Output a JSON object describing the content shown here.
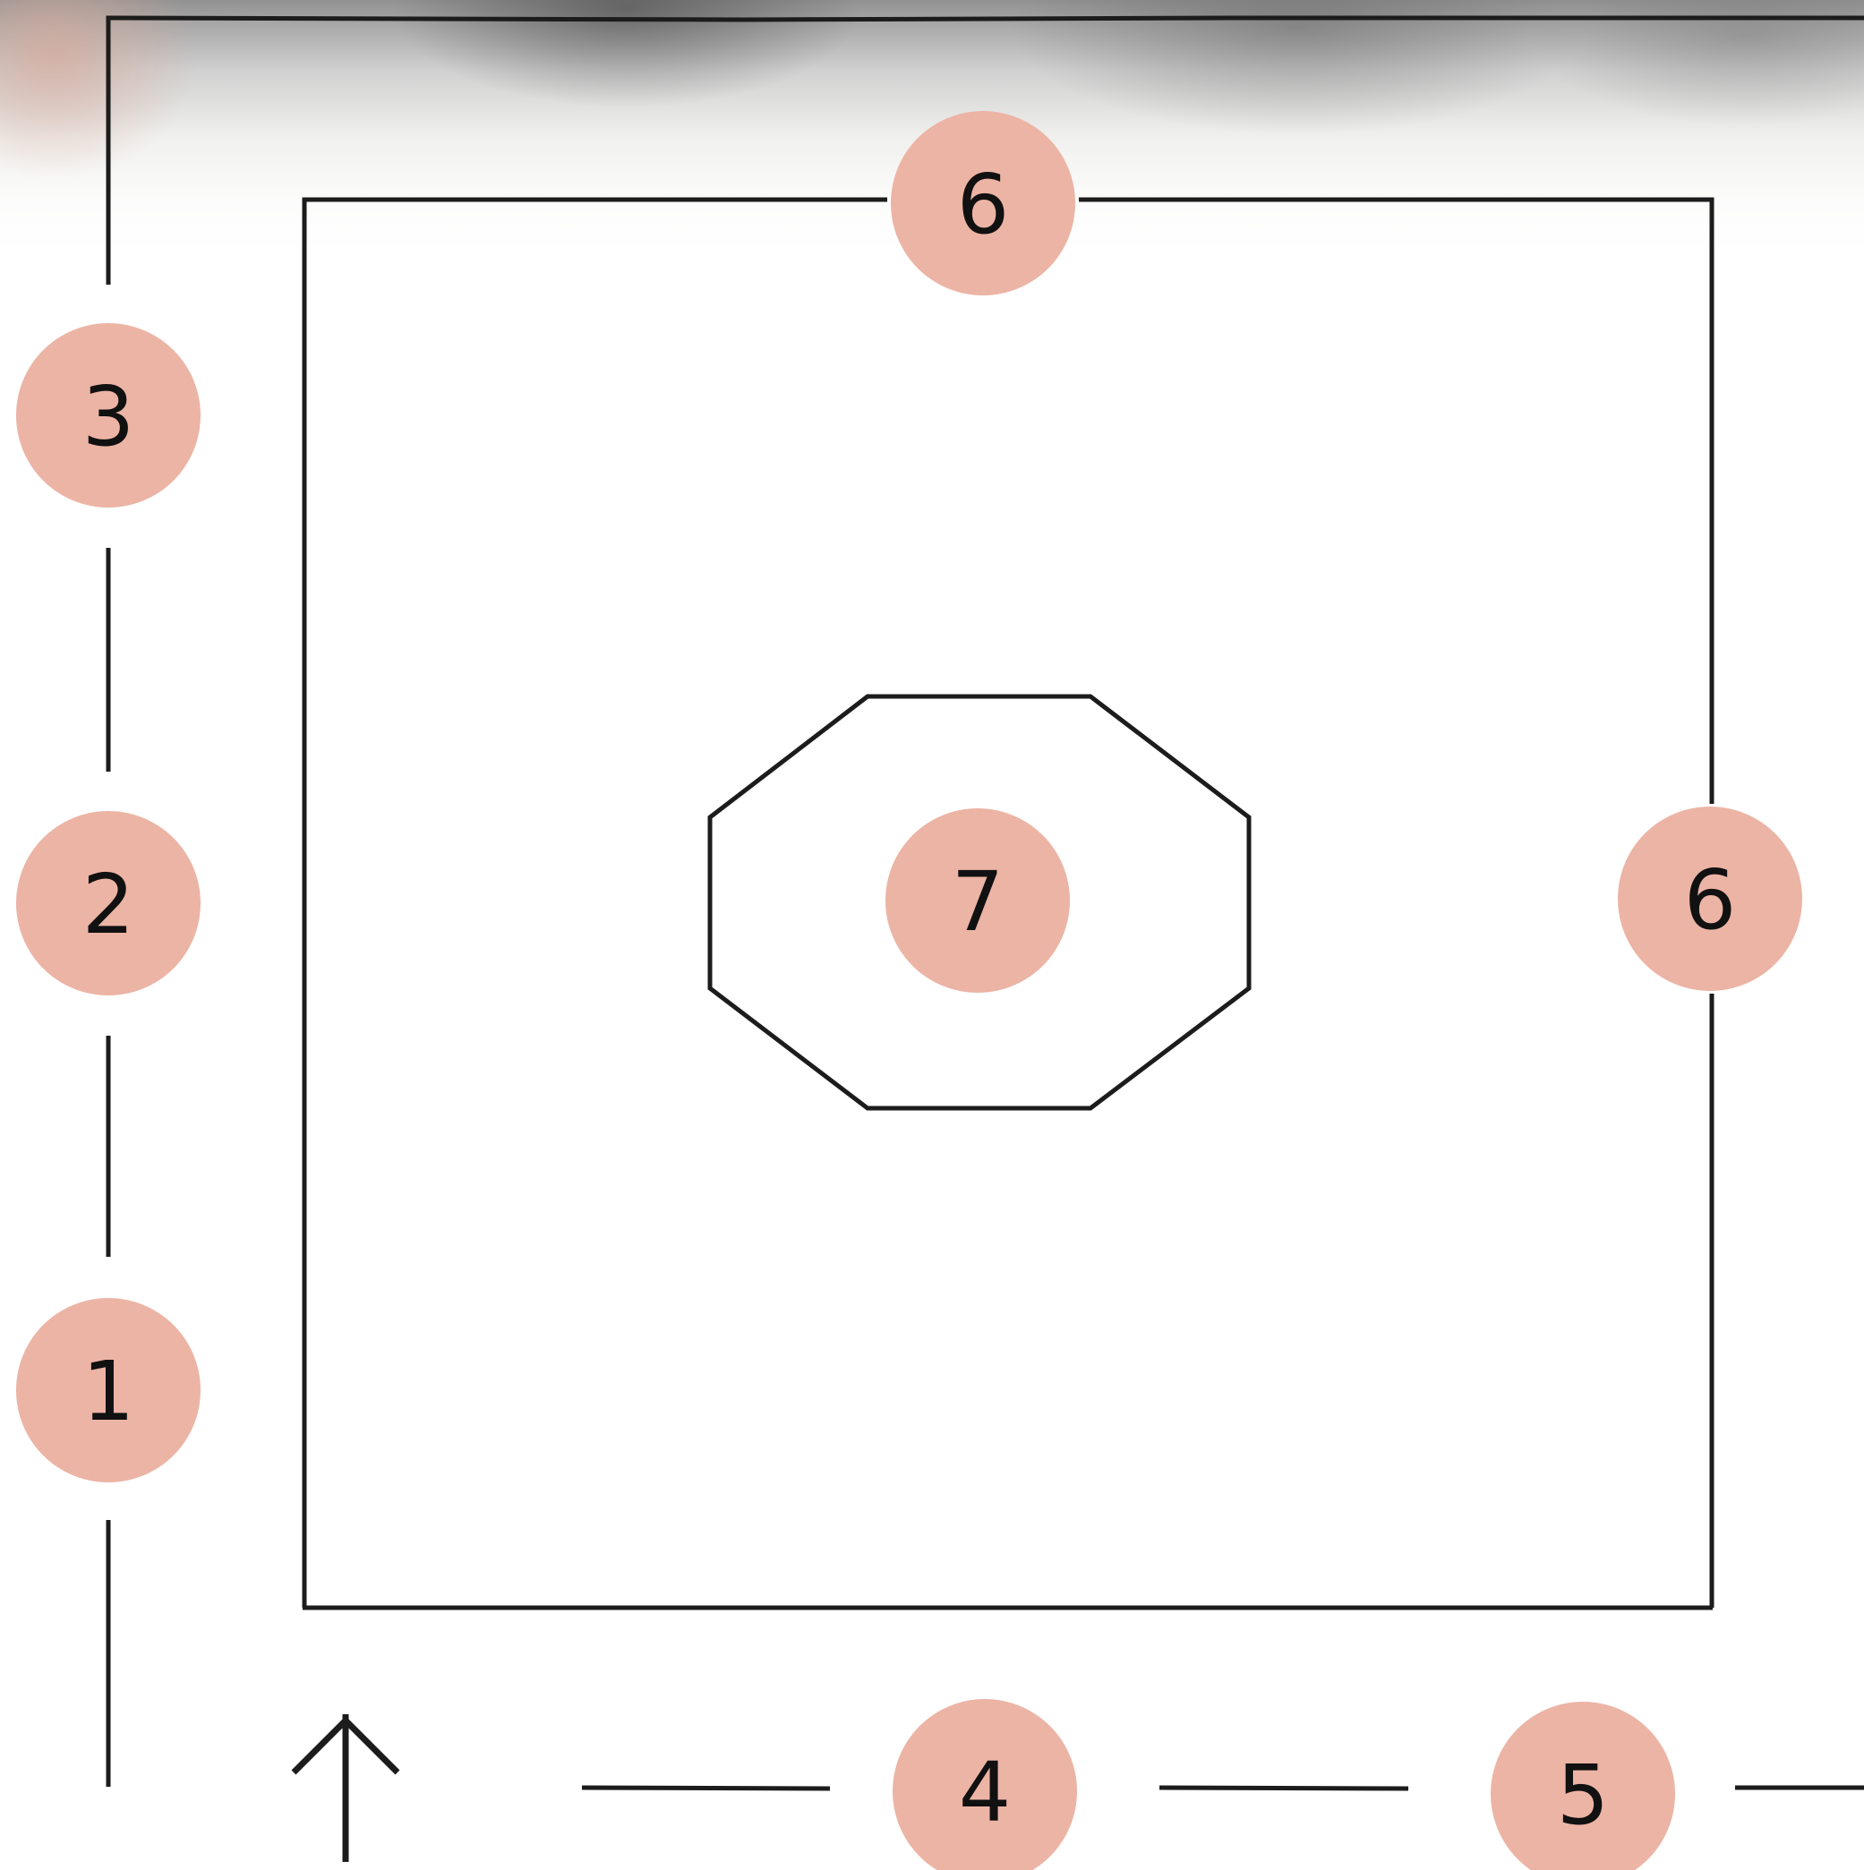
{
  "markers": {
    "left_1": "1",
    "left_2": "2",
    "left_3": "3",
    "bottom_4": "4",
    "bottom_5": "5",
    "top_6": "6",
    "right_6": "6",
    "center_7": "7"
  },
  "colors": {
    "marker_fill": "#ecb4a5",
    "line": "#1c1c1c",
    "background": "#ffffff"
  },
  "icons": {
    "direction_arrow": "arrow-up-icon"
  }
}
